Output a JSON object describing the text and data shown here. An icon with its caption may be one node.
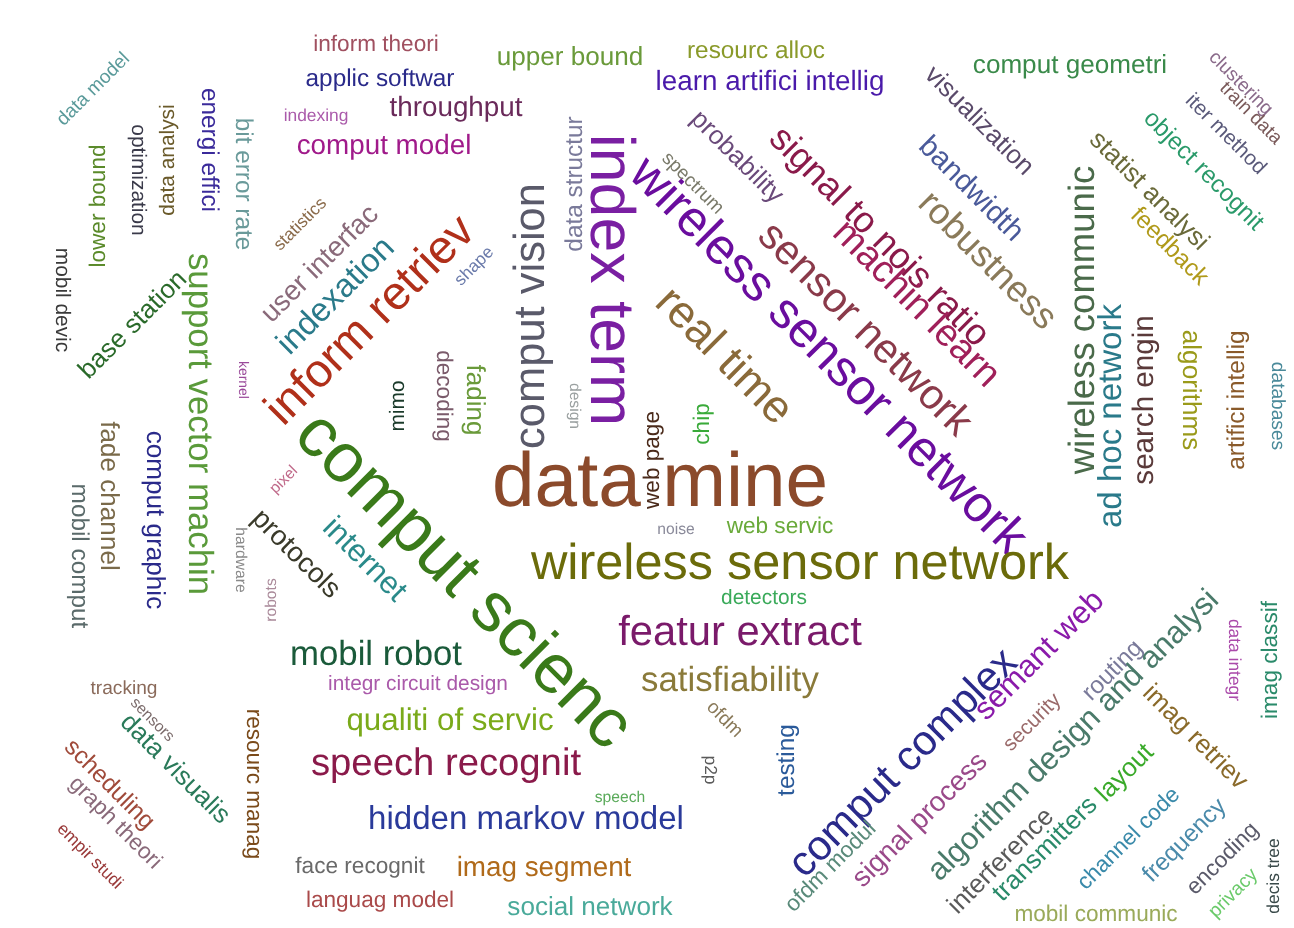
{
  "diagram": {
    "labels": [
      "data model",
      "inform theori",
      "applic softwar",
      "upper bound",
      "resourc alloc",
      "learn artifici intellig",
      "comput geometri",
      "clustering",
      "optimization",
      "data analysi",
      "energi effici",
      "bit error rate",
      "indexing",
      "comput model",
      "throughput",
      "data structur",
      "spectrum",
      "probability",
      "bandwidth",
      "visualization",
      "statist analysi",
      "object recognit",
      "iter method",
      "train data",
      "lower bound",
      "statistics",
      "user interfac",
      "indexation",
      "shape",
      "index term",
      "signal to nois ratio",
      "robustness",
      "feedback",
      "mobil devic",
      "base station",
      "kernel",
      "inform retriev",
      "decoding",
      "fading",
      "comput vision",
      "real time",
      "wireless sensor network",
      "sensor network",
      "machin learn",
      "wireless communic",
      "search engin",
      "algorithms",
      "artifici intellig",
      "fade channel",
      "support vector machin",
      "pixel",
      "mimo",
      "design",
      "web page",
      "data mine",
      "chip",
      "ad hoc network",
      "databases",
      "mobil comput",
      "comput graphic",
      "hardware",
      "protocols",
      "internet",
      "comput scienc",
      "noise",
      "web servic",
      "wireless sensor network",
      "tracking",
      "robots",
      "mobil robot",
      "integr circuit design",
      "satisfiability",
      "featur extract",
      "detectors",
      "semant web",
      "routing",
      "data integr",
      "imag classif",
      "scheduling",
      "sensors",
      "data visualis",
      "resourc manag",
      "speech recognit",
      "qualiti of servic",
      "speech",
      "p2p",
      "ofdm",
      "testing",
      "comput complex",
      "security",
      "algorithm design and analysi",
      "layout",
      "imag retriev",
      "empir studi",
      "graph theori",
      "face recognit",
      "hidden markov model",
      "imag segment",
      "ofdm modul",
      "signal process",
      "interference",
      "transmitters",
      "channel code",
      "frequency",
      "encoding",
      "privacy",
      "decis tree",
      "languag model",
      "social network",
      "mobil communic"
    ]
  }
}
